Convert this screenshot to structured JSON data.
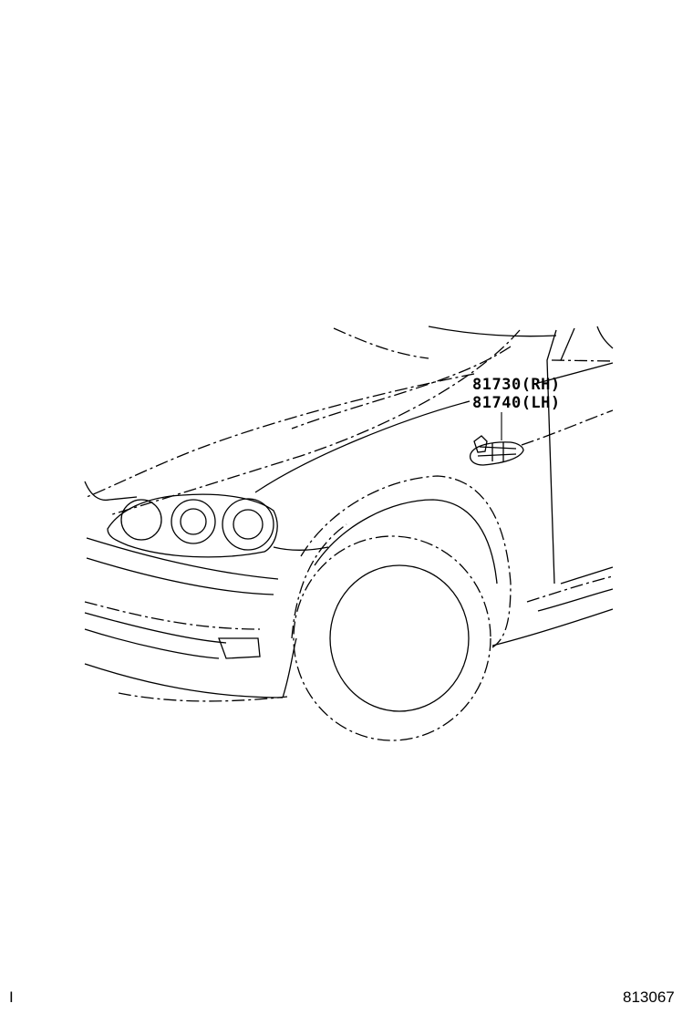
{
  "callouts": [
    {
      "part": "81730",
      "side": "(RH)"
    },
    {
      "part": "81740",
      "side": "(LH)"
    }
  ],
  "footer": {
    "left_mark": "I",
    "figure_number": "813067"
  }
}
